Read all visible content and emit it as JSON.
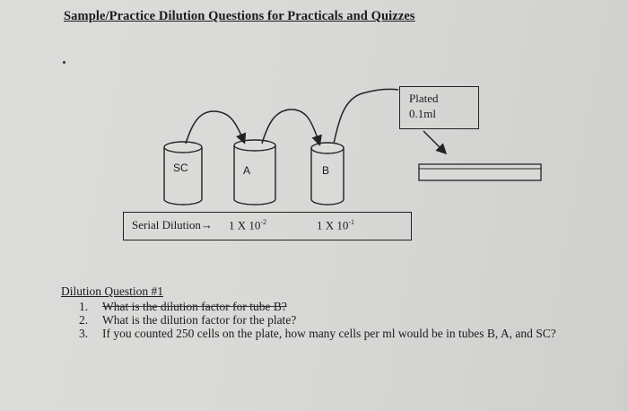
{
  "title": "Sample/Practice Dilution Questions for Practicals and Quizzes",
  "diagram": {
    "plated_box": {
      "line1": "Plated",
      "line2": "0.1ml"
    },
    "tubes": {
      "sc": "SC",
      "a": "A",
      "b": "B"
    },
    "dilution_box": {
      "label": "Serial Dilution→",
      "value1_base": "1 X 10",
      "value1_exp": "-2",
      "value2_base": "1 X 10",
      "value2_exp": "-1"
    }
  },
  "questions": {
    "heading": "Dilution Question #1",
    "items": [
      {
        "num": "1.",
        "text": "What is the dilution factor for tube B?"
      },
      {
        "num": "2.",
        "text": "What is the dilution factor for the plate?"
      },
      {
        "num": "3.",
        "text": "If you counted 250 cells on the plate, how many cells per ml would be in tubes B, A, and SC?"
      }
    ]
  }
}
